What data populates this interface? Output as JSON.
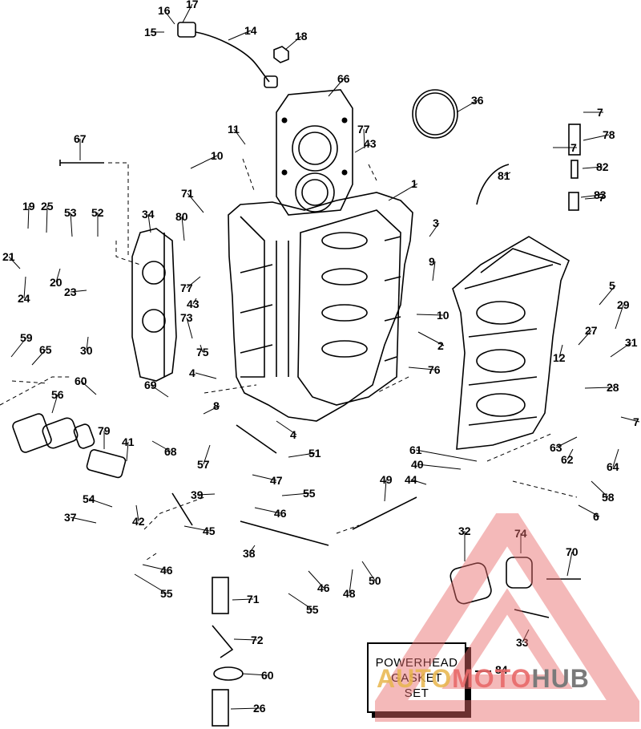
{
  "diagram": {
    "callouts": [
      "1",
      "2",
      "3",
      "4",
      "4",
      "5",
      "6",
      "7",
      "7",
      "7",
      "7",
      "8",
      "9",
      "10",
      "10",
      "11",
      "12",
      "14",
      "15",
      "16",
      "17",
      "18",
      "19",
      "20",
      "21",
      "23",
      "24",
      "25",
      "26",
      "27",
      "28",
      "29",
      "30",
      "31",
      "32",
      "33",
      "34",
      "36",
      "37",
      "38",
      "39",
      "40",
      "41",
      "42",
      "43",
      "43",
      "44",
      "45",
      "46",
      "46",
      "46",
      "47",
      "48",
      "49",
      "50",
      "51",
      "52",
      "53",
      "54",
      "55",
      "55",
      "55",
      "56",
      "57",
      "58",
      "59",
      "60",
      "60",
      "61",
      "62",
      "63",
      "64",
      "65",
      "66",
      "67",
      "68",
      "69",
      "70",
      "71",
      "71",
      "72",
      "73",
      "74",
      "75",
      "76",
      "77",
      "77",
      "78",
      "79",
      "80",
      "81",
      "82",
      "83"
    ],
    "kit": {
      "lines": [
        "POWERHEAD",
        "GASKET",
        "SET"
      ],
      "ref": "84"
    }
  },
  "watermark": {
    "brand_a": "AUTO",
    "brand_b": "MOTO",
    "brand_c": "HUB",
    "color_a": "#e8b64c",
    "color_b": "#e86a6a",
    "color_c": "#7a7a7a"
  }
}
